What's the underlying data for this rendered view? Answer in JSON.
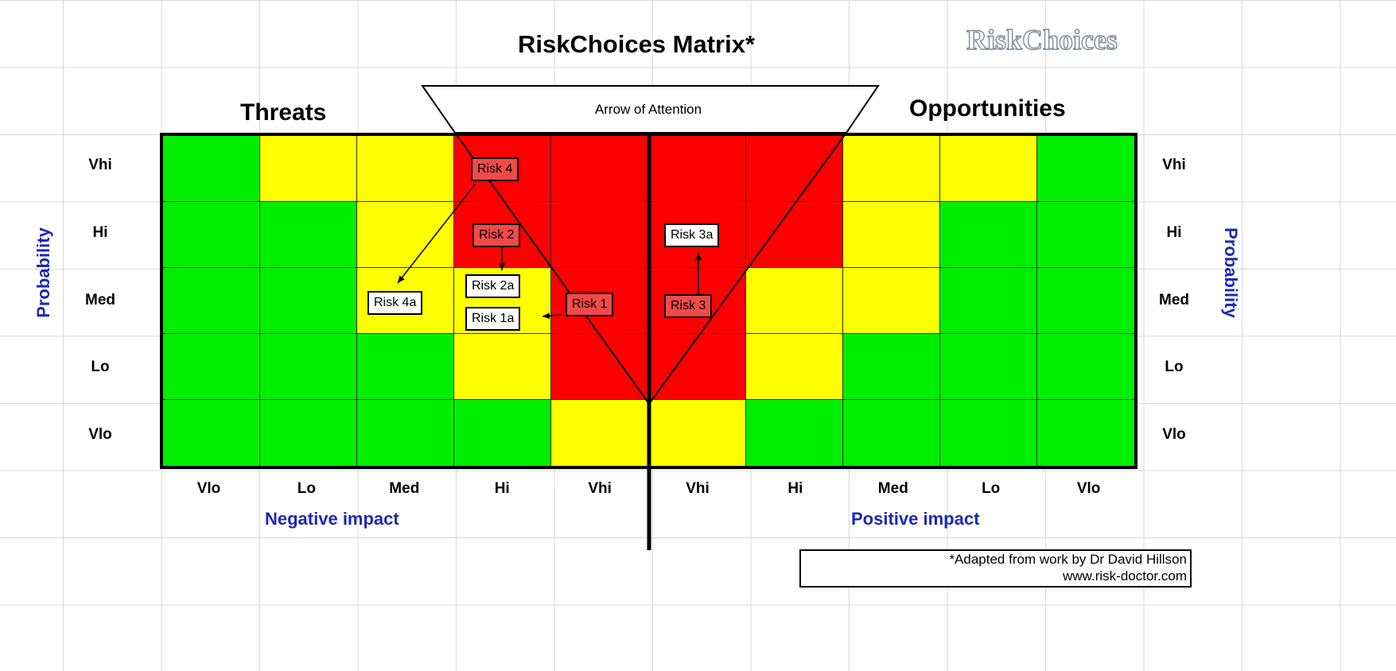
{
  "title": "RiskChoices Matrix*",
  "logo_text": "RiskChoices",
  "threats_label": "Threats",
  "opportunities_label": "Opportunities",
  "arrow_label": "Arrow of Attention",
  "probability_label": "Probability",
  "rows": [
    "Vhi",
    "Hi",
    "Med",
    "Lo",
    "Vlo"
  ],
  "columns": [
    "Vlo",
    "Lo",
    "Med",
    "Hi",
    "Vhi",
    "Vhi",
    "Hi",
    "Med",
    "Lo",
    "Vlo"
  ],
  "negative_impact_label": "Negative impact",
  "positive_impact_label": "Positive impact",
  "colors": {
    "green": "#00ee00",
    "yellow": "#ffff00",
    "red": "#ff0000",
    "axis_blue": "#1c28b5",
    "risk_box": "#f14a4a"
  },
  "grid": [
    [
      "green",
      "yellow",
      "yellow",
      "red",
      "red",
      "red",
      "red",
      "yellow",
      "yellow",
      "green"
    ],
    [
      "green",
      "green",
      "yellow",
      "red",
      "red",
      "red",
      "red",
      "yellow",
      "green",
      "green"
    ],
    [
      "green",
      "green",
      "yellow",
      "yellow",
      "red",
      "red",
      "yellow",
      "yellow",
      "green",
      "green"
    ],
    [
      "green",
      "green",
      "green",
      "yellow",
      "red",
      "red",
      "yellow",
      "green",
      "green",
      "green"
    ],
    [
      "green",
      "green",
      "green",
      "green",
      "yellow",
      "yellow",
      "green",
      "green",
      "green",
      "green"
    ]
  ],
  "risks": {
    "risk4": "Risk 4",
    "risk2": "Risk 2",
    "risk3a": "Risk 3a",
    "risk2a": "Risk 2a",
    "risk4a": "Risk 4a",
    "risk1": "Risk 1",
    "risk3": "Risk 3",
    "risk1a": "Risk 1a"
  },
  "credit": {
    "line1": "*Adapted from work by Dr David Hillson",
    "line2": "www.risk-doctor.com"
  }
}
